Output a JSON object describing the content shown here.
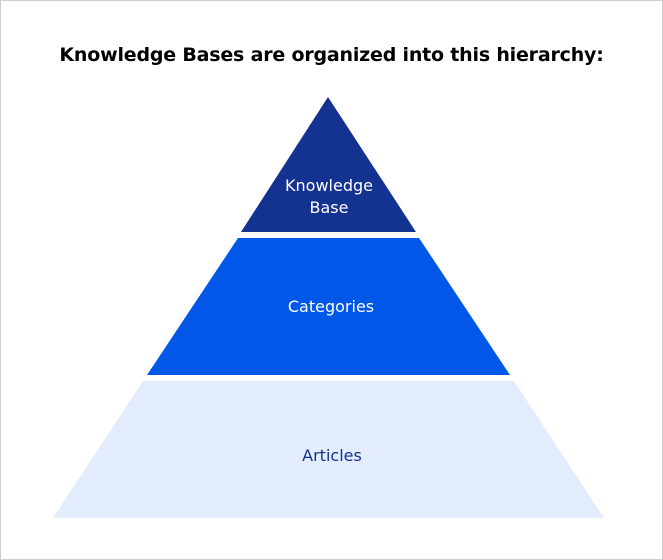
{
  "title": "Knowledge Bases are organized into this hierarchy:",
  "tiers": [
    {
      "label_line1": "Knowledge",
      "label_line2": "Base",
      "fill": "#14328f",
      "text_color": "#ffffff"
    },
    {
      "label": "Categories",
      "fill": "#0057e8",
      "text_color": "#ffffff"
    },
    {
      "label": "Articles",
      "fill": "#e2ecfc",
      "text_color": "#14328f"
    }
  ]
}
